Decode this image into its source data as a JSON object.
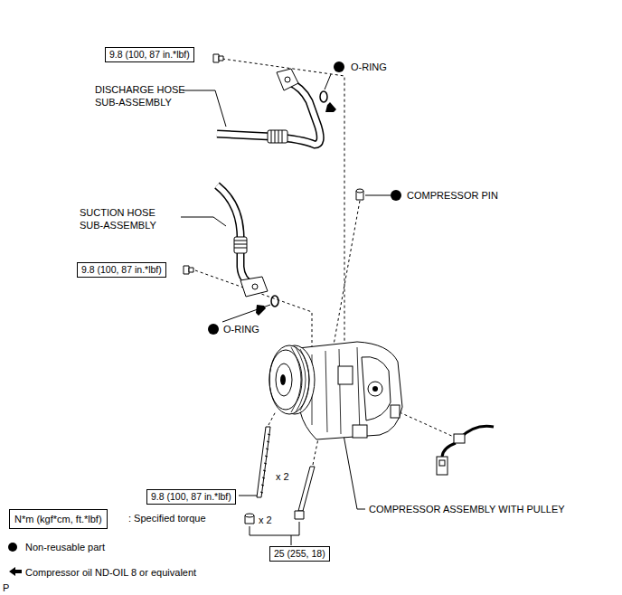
{
  "diagram": {
    "nodes": [
      {
        "text": [
          "9.8 (100, 87 in.*lbf)"
        ]
      },
      {
        "text": [
          "9.8 (100, 87 in.*lbf)"
        ]
      },
      {
        "text": [
          "9.8 (100, 87 in.*lbf)"
        ]
      },
      {
        "text": [
          "N*m (kgf*cm, ft.*lbf)"
        ]
      },
      {
        "text": [
          "25 (255, 18)"
        ]
      }
    ],
    "labels": [
      "O-RING",
      "DISCHARGE HOSE SUB-ASSEMBLY",
      "COMPRESSOR PIN",
      "SUCTION HOSE SUB-ASSEMBLY",
      "O-RING",
      "x 2",
      "COMPRESSOR ASSEMBLY WITH PULLEY",
      "x 2",
      "P"
    ],
    "legend": [
      {
        "text": ": Specified torque"
      },
      {
        "text": "Non-reusable part",
        "color": "#000000"
      },
      {
        "text": "Compressor oil ND-OIL 8 or equivalent"
      }
    ]
  }
}
